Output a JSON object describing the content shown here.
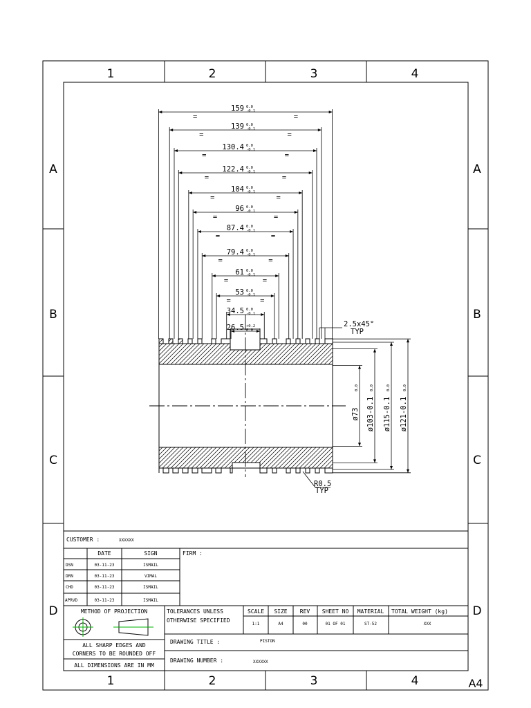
{
  "border": {
    "columns": [
      "1",
      "2",
      "3",
      "4"
    ],
    "rows": [
      "A",
      "B",
      "C",
      "D"
    ],
    "sheet_size": "A4"
  },
  "dimensions": {
    "widths": [
      {
        "value": "159",
        "tol_upper": "0.0",
        "tol_lower": "-0.1"
      },
      {
        "value": "139",
        "tol_upper": "0.0",
        "tol_lower": "-0.1"
      },
      {
        "value": "130.4",
        "tol_upper": "0.0",
        "tol_lower": "-0.1"
      },
      {
        "value": "122.4",
        "tol_upper": "0.0",
        "tol_lower": "-0.1"
      },
      {
        "value": "104",
        "tol_upper": "0.0",
        "tol_lower": "-0.1"
      },
      {
        "value": "96",
        "tol_upper": "0.0",
        "tol_lower": "-0.1"
      },
      {
        "value": "87.4",
        "tol_upper": "0.0",
        "tol_lower": "-0.1"
      },
      {
        "value": "79.4",
        "tol_upper": "0.0",
        "tol_lower": "-0.1"
      },
      {
        "value": "61",
        "tol_upper": "0.0",
        "tol_lower": "-0.1"
      },
      {
        "value": "53",
        "tol_upper": "0.0",
        "tol_lower": "-0.1"
      },
      {
        "value": "34.5",
        "tol_upper": "0.0",
        "tol_lower": "-0.1"
      },
      {
        "value": "26.5",
        "tol_upper": "+0.2",
        "tol_lower": "0.0"
      }
    ],
    "diameters": [
      {
        "value": "ø73",
        "tol": "0.0"
      },
      {
        "value": "ø103-0.1",
        "tol": "0.0"
      },
      {
        "value": "ø115-0.1",
        "tol": "0.0"
      },
      {
        "value": "ø121-0.1",
        "tol": "0.0"
      }
    ],
    "chamfer_note": "2.5x45°",
    "chamfer_typ": "TYP",
    "radius_note": "R0.5",
    "radius_typ": "TYP",
    "equal_mark": "="
  },
  "title_block": {
    "customer_label": "CUSTOMER :",
    "customer_value": "XXXXXX",
    "firm_label": "FIRM :",
    "col_date": "DATE",
    "col_sign": "SIGN",
    "rows": [
      {
        "role": "DSN",
        "date": "03-11-23",
        "sign": "ISMAIL"
      },
      {
        "role": "DRN",
        "date": "03-11-23",
        "sign": "VIMAL"
      },
      {
        "role": "CHD",
        "date": "03-11-23",
        "sign": "ISMAIL"
      },
      {
        "role": "APRVD",
        "date": "03-11-23",
        "sign": "ISMAIL"
      }
    ],
    "projection_label": "METHOD OF PROJECTION",
    "tolerance_line1": "TOLERANCES UNLESS",
    "tolerance_line2": "OTHERWISE SPECIFIED",
    "scale_label": "SCALE",
    "scale_value": "1:1",
    "size_label": "SIZE",
    "size_value": "A4",
    "rev_label": "REV",
    "rev_value": "00",
    "sheet_label": "SHEET NO",
    "sheet_value": "01 OF 01",
    "material_label": "MATERIAL",
    "material_value": "ST-52",
    "weight_label": "TOTAL WEIGHT (kg)",
    "weight_value": "XXX",
    "edges_line1": "ALL SHARP EDGES AND",
    "edges_line2": "CORNERS TO BE ROUNDED OFF",
    "units_note": "ALL DIMENSIONS ARE IN MM",
    "drawing_title_label": "DRAWING TITLE :",
    "drawing_title_value": "PISTON",
    "drawing_number_label": "DRAWING NUMBER :",
    "drawing_number_value": "XXXXXX"
  }
}
